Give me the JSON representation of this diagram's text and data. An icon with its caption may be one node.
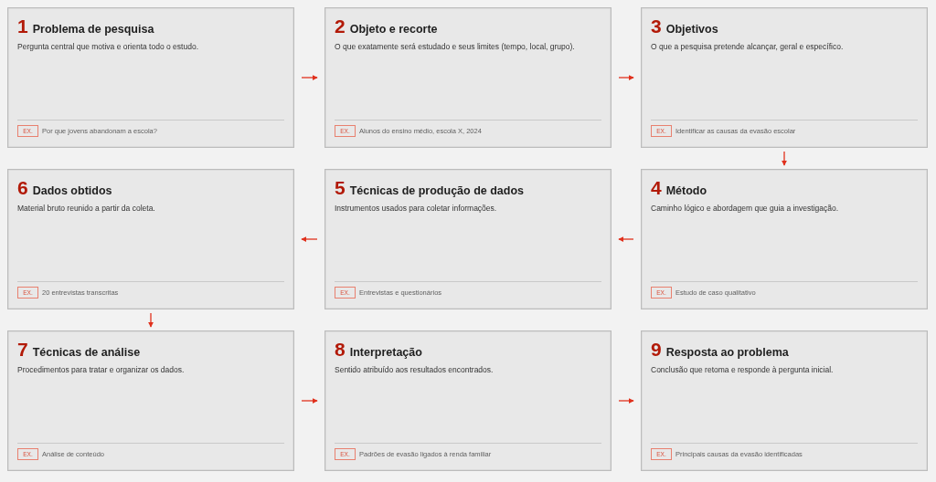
{
  "diagram": {
    "nodes": [
      {
        "text": [
          "1",
          "Problema de pesquisa",
          "Pergunta central que motiva e orienta todo o estudo.",
          "Por que jovens abandonam a escola?"
        ]
      },
      {
        "text": [
          "EX."
        ],
        "in": 0
      },
      {
        "text": [
          "2",
          "Objeto e recorte",
          "O que exatamente será estudado e seus limites (tempo, local, grupo).",
          "Alunos do ensino médio, escola X, 2024"
        ]
      },
      {
        "text": [
          "EX."
        ],
        "in": 2
      },
      {
        "text": [
          "3",
          "Objetivos",
          "O que a pesquisa pretende alcançar, geral e específico.",
          "Identificar as causas da evasão escolar"
        ]
      },
      {
        "text": [
          "EX."
        ],
        "in": 4
      },
      {
        "text": [
          "4",
          "Método",
          "Caminho lógico e abordagem que guia a investigação.",
          "Estudo de caso qualitativo"
        ]
      },
      {
        "text": [
          "EX."
        ],
        "in": 6
      },
      {
        "text": [
          "5",
          "Técnicas de produção de dados",
          "Instrumentos usados para coletar informações.",
          "Entrevistas e questionários"
        ]
      },
      {
        "text": [
          "EX."
        ],
        "in": 8
      },
      {
        "text": [
          "6",
          "Dados obtidos",
          "Material bruto reunido a partir da coleta.",
          "20 entrevistas transcritas"
        ]
      },
      {
        "text": [
          "EX."
        ],
        "in": 10
      },
      {
        "text": [
          "7",
          "Técnicas de análise",
          "Procedimentos para tratar e organizar os dados.",
          "Análise de conteúdo"
        ]
      },
      {
        "text": [
          "EX."
        ],
        "in": 12
      },
      {
        "text": [
          "8",
          "Interpretação",
          "Sentido atribuído aos resultados encontrados.",
          "Padrões de evasão ligados à renda familiar"
        ]
      },
      {
        "text": [
          "EX."
        ],
        "in": 14
      },
      {
        "text": [
          "9",
          "Resposta ao problema",
          "Conclusão que retoma e responde à pergunta inicial.",
          "Principais causas da evasão identificadas"
        ]
      },
      {
        "text": [
          "EX."
        ],
        "in": 16
      }
    ],
    "edges": [
      {
        "from": 0,
        "to": 2,
        "arrow": "to"
      },
      {
        "from": 2,
        "to": 4,
        "arrow": "to"
      },
      {
        "from": 4,
        "to": 6,
        "arrow": "to"
      },
      {
        "from": 6,
        "to": 8,
        "arrow": "to"
      },
      {
        "from": 8,
        "to": 10,
        "arrow": "to"
      },
      {
        "from": 10,
        "to": 12,
        "arrow": "to"
      },
      {
        "from": 12,
        "to": 14,
        "arrow": "to"
      },
      {
        "from": 14,
        "to": 16,
        "arrow": "to"
      }
    ]
  }
}
